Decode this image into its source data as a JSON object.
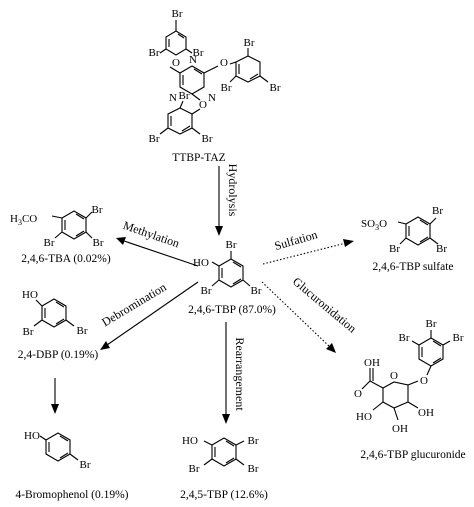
{
  "atoms": {
    "br": "Br",
    "o": "O",
    "n": "N",
    "ho": "HO",
    "oh": "OH",
    "so3": "SO",
    "so3_sub": "3",
    "h3co": "H",
    "h3co_sub": "3",
    "h3co_tail": "CO"
  },
  "compounds": {
    "ttbp_taz": "TTBP-TAZ",
    "tbp": "2,4,6-TBP (87.0%)",
    "tba": "2,4,6-TBA (0.02%)",
    "sulfate": "2,4,6-TBP sulfate",
    "dbp": "2,4-DBP (0.19%)",
    "glucuronide": "2,4,6-TBP glucuronide",
    "bromophenol": "4-Bromophenol (0.19%)",
    "tbp245": "2,4,5-TBP (12.6%)"
  },
  "reactions": {
    "hydrolysis": "Hydrolysis",
    "methylation": "Methylation",
    "sulfation": "Sulfation",
    "debromination": "Debromination",
    "glucuronidation": "Glucuronidation",
    "rearrangement": "Rearrangement"
  }
}
